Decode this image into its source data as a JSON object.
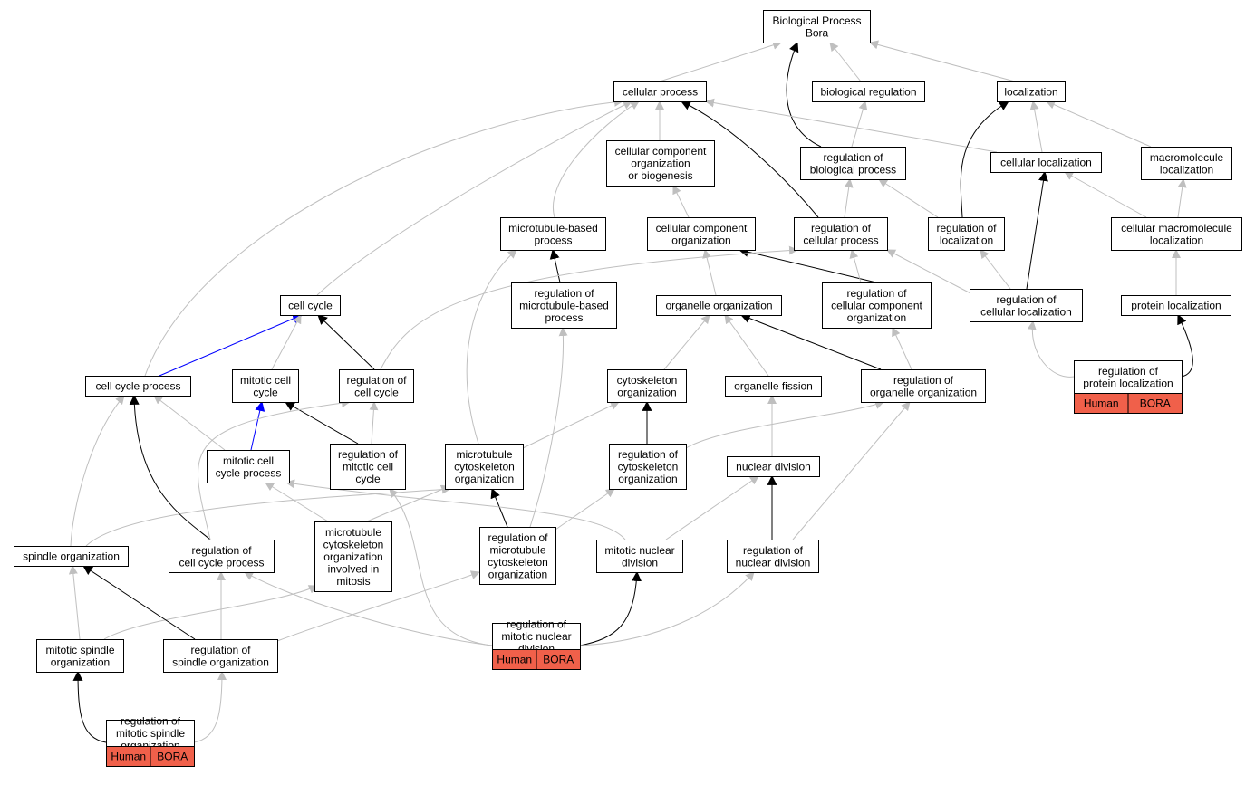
{
  "colors": {
    "gray_edge": "#bfbfbf",
    "black_edge": "#000000",
    "blue_edge": "#0000ff",
    "tag_fill": "#f0604a"
  },
  "nodes": {
    "n0": {
      "lines": [
        "Biological Process",
        "Bora"
      ]
    },
    "n1": {
      "lines": [
        "cellular process"
      ]
    },
    "n2": {
      "lines": [
        "biological regulation"
      ]
    },
    "n3": {
      "lines": [
        "localization"
      ]
    },
    "n4": {
      "lines": [
        "cellular component",
        "organization",
        "or biogenesis"
      ]
    },
    "n5": {
      "lines": [
        "regulation of",
        "biological process"
      ]
    },
    "n6": {
      "lines": [
        "cellular localization"
      ]
    },
    "n7": {
      "lines": [
        "macromolecule",
        "localization"
      ]
    },
    "n8": {
      "lines": [
        "microtubule-based",
        "process"
      ]
    },
    "n9": {
      "lines": [
        "cellular component",
        "organization"
      ]
    },
    "n10": {
      "lines": [
        "regulation of",
        "cellular process"
      ]
    },
    "n11": {
      "lines": [
        "regulation of",
        "localization"
      ]
    },
    "n12": {
      "lines": [
        "cellular macromolecule",
        "localization"
      ]
    },
    "n13": {
      "lines": [
        "cell cycle"
      ]
    },
    "n14": {
      "lines": [
        "regulation of",
        "microtubule-based",
        "process"
      ]
    },
    "n15": {
      "lines": [
        "organelle organization"
      ]
    },
    "n16": {
      "lines": [
        "regulation of",
        "cellular component",
        "organization"
      ]
    },
    "n17": {
      "lines": [
        "regulation of",
        "cellular localization"
      ]
    },
    "n18": {
      "lines": [
        "protein localization"
      ]
    },
    "n19": {
      "lines": [
        "cell cycle process"
      ]
    },
    "n20": {
      "lines": [
        "mitotic cell",
        "cycle"
      ]
    },
    "n21": {
      "lines": [
        "regulation of",
        "cell cycle"
      ]
    },
    "n22": {
      "lines": [
        "cytoskeleton",
        "organization"
      ]
    },
    "n23": {
      "lines": [
        "organelle fission"
      ]
    },
    "n24": {
      "lines": [
        "regulation of",
        "organelle organization"
      ]
    },
    "n25": {
      "lines": [
        "regulation of",
        "protein localization"
      ],
      "tags": [
        "Human",
        "BORA"
      ]
    },
    "n26": {
      "lines": [
        "mitotic cell",
        "cycle process"
      ]
    },
    "n27": {
      "lines": [
        "regulation of",
        "mitotic cell",
        "cycle"
      ]
    },
    "n28": {
      "lines": [
        "microtubule",
        "cytoskeleton",
        "organization"
      ]
    },
    "n29": {
      "lines": [
        "regulation of",
        "cytoskeleton",
        "organization"
      ]
    },
    "n30": {
      "lines": [
        "nuclear division"
      ]
    },
    "n31": {
      "lines": [
        "spindle organization"
      ]
    },
    "n32": {
      "lines": [
        "regulation of",
        "cell cycle process"
      ]
    },
    "n33": {
      "lines": [
        "microtubule",
        "cytoskeleton",
        "organization",
        "involved in",
        "mitosis"
      ]
    },
    "n34": {
      "lines": [
        "regulation of",
        "microtubule",
        "cytoskeleton",
        "organization"
      ]
    },
    "n35": {
      "lines": [
        "mitotic nuclear",
        "division"
      ]
    },
    "n36": {
      "lines": [
        "regulation of",
        "nuclear division"
      ]
    },
    "n37": {
      "lines": [
        "mitotic spindle",
        "organization"
      ]
    },
    "n38": {
      "lines": [
        "regulation of",
        "spindle organization"
      ]
    },
    "n39": {
      "lines": [
        "regulation of",
        "mitotic nuclear",
        "division"
      ],
      "tags": [
        "Human",
        "BORA"
      ]
    },
    "n40": {
      "lines": [
        "regulation of",
        "mitotic spindle",
        "organization"
      ],
      "tags": [
        "Human",
        "BORA"
      ]
    }
  }
}
